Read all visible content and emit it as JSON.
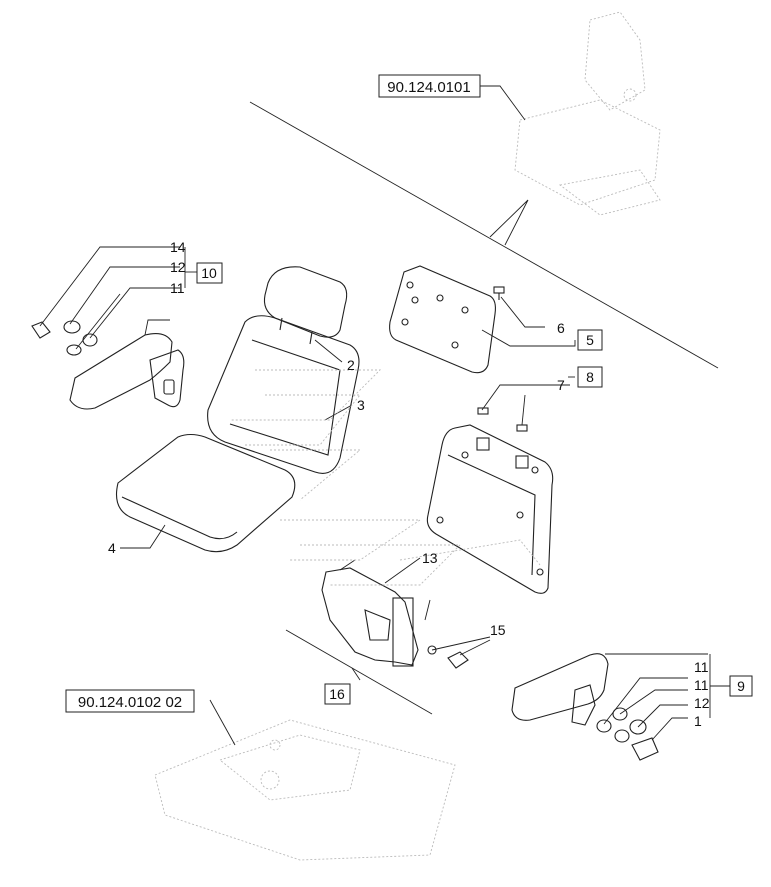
{
  "references": {
    "top_ref": "90.124.0101",
    "bottom_ref": "90.124.0102 02"
  },
  "callouts": {
    "c1": "1",
    "c2": "2",
    "c3": "3",
    "c4": "4",
    "c6": "6",
    "c7": "7",
    "c11a": "11",
    "c11b": "11",
    "c11c": "11",
    "c12a": "12",
    "c12b": "12",
    "c13": "13",
    "c14": "14",
    "c15": "15"
  },
  "boxed_callouts": {
    "b5": "5",
    "b8": "8",
    "b9": "9",
    "b10": "10",
    "b16": "16"
  }
}
